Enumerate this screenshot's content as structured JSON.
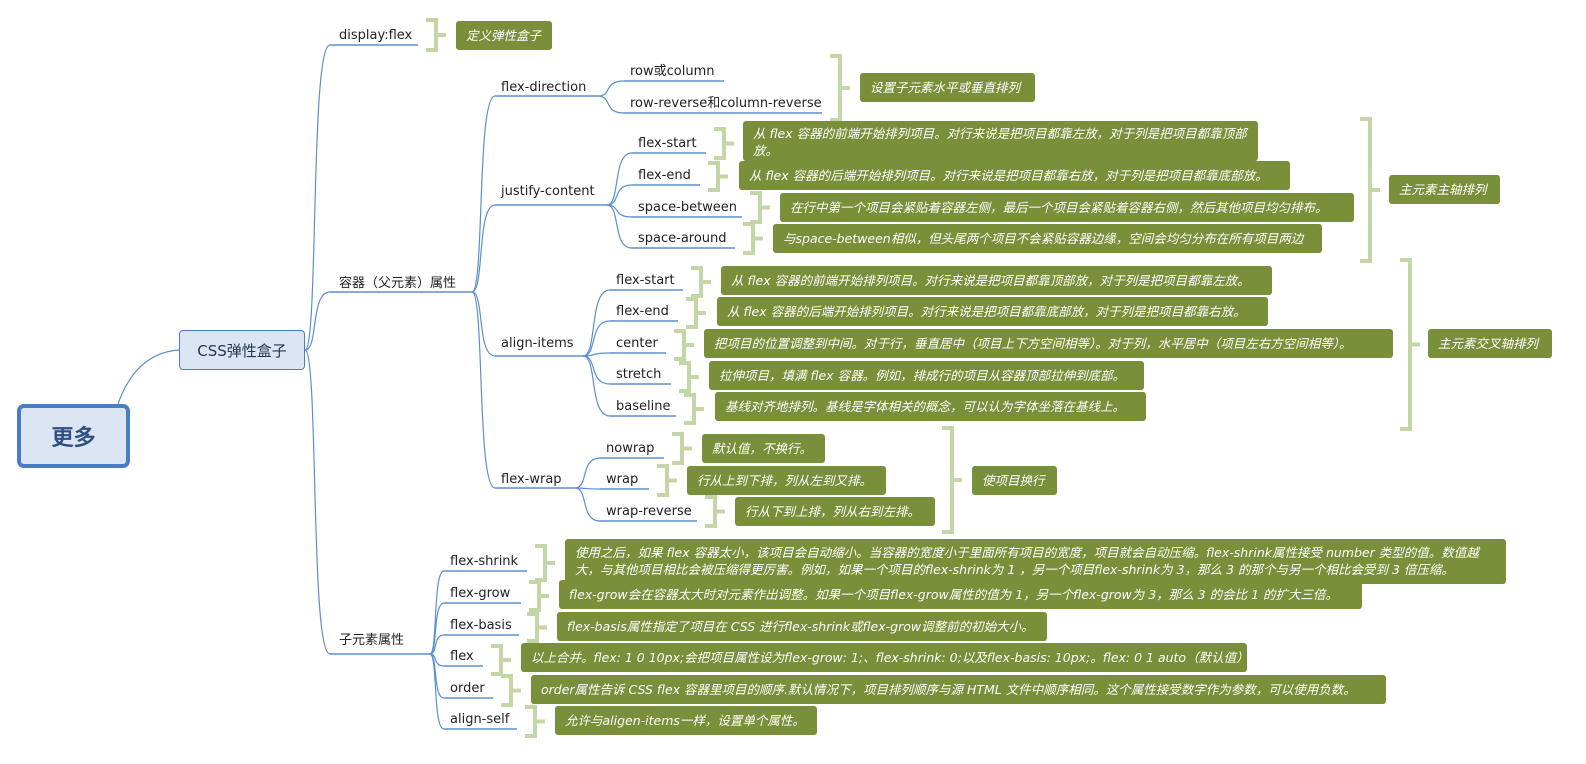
{
  "root": {
    "label": "更多"
  },
  "main": {
    "label": "CSS弹性盒子"
  },
  "nodes": {
    "display_flex": "display:flex",
    "container_props": "容器（父元素）属性",
    "child_props": "子元素属性",
    "flex_direction": "flex-direction",
    "row_or_column": "row或column",
    "row_reverse": "row-reverse和column-reverse",
    "justify_content": "justify-content",
    "jc_flex_start": "flex-start",
    "jc_flex_end": "flex-end",
    "jc_space_between": "space-between",
    "jc_space_around": "space-around",
    "align_items": "align-items",
    "ai_flex_start": "flex-start",
    "ai_flex_end": "flex-end",
    "ai_center": "center",
    "ai_stretch": "stretch",
    "ai_baseline": "baseline",
    "flex_wrap": "flex-wrap",
    "fw_nowrap": "nowrap",
    "fw_wrap": "wrap",
    "fw_wrap_reverse": "wrap-reverse",
    "flex_shrink": "flex-shrink",
    "flex_grow": "flex-grow",
    "flex_basis": "flex-basis",
    "flex": "flex",
    "order": "order",
    "align_self": "align-self"
  },
  "notes": {
    "display_flex": "定义弹性盒子",
    "direction": "设置子元素水平或垂直排列",
    "jc_flex_start": "从 flex 容器的前端开始排列项目。对行来说是把项目都靠左放，对于列是把项目都靠顶部放。",
    "jc_flex_end": "从 flex 容器的后端开始排列项目。对行来说是把项目都靠右放，对于列是把项目都靠底部放。",
    "jc_space_between": "在行中第一个项目会紧贴着容器左侧，最后一个项目会紧贴着容器右侧，然后其他项目均匀排布。",
    "jc_space_around": "与space-between相似，但头尾两个项目不会紧贴容器边缘，空间会均匀分布在所有项目两边",
    "main_axis": "主元素主轴排列",
    "ai_flex_start": "从 flex 容器的前端开始排列项目。对行来说是把项目都靠顶部放，对于列是把项目都靠左放。",
    "ai_flex_end": "从 flex 容器的后端开始排列项目。对行来说是把项目都靠底部放，对于列是把项目都靠右放。",
    "ai_center": "把项目的位置调整到中间。对于行，垂直居中（项目上下方空间相等）。对于列，水平居中（项目左右方空间相等）。",
    "ai_stretch": "拉伸项目，填满 flex 容器。例如，排成行的项目从容器顶部拉伸到底部。",
    "ai_baseline": "基线对齐地排列。基线是字体相关的概念，可以认为字体坐落在基线上。",
    "cross_axis": "主元素交叉轴排列",
    "fw_nowrap": "默认值，不换行。",
    "fw_wrap": "行从上到下排，列从左到又排。",
    "fw_wrap_reverse": "行从下到上排，列从右到左排。",
    "wrap_items": "使项目换行",
    "flex_shrink": "使用之后，如果 flex 容器太小，该项目会自动缩小。当容器的宽度小于里面所有项目的宽度，项目就会自动压缩。flex-shrink属性接受 number 类型的值。数值越大，与其他项目相比会被压缩得更厉害。例如，如果一个项目的flex-shrink为 1 ，另一个项目flex-shrink为 3，那么 3 的那个与另一个相比会受到 3 倍压缩。",
    "flex_grow": "flex-grow会在容器太大时对元素作出调整。如果一个项目flex-grow属性的值为 1，另一个flex-grow为 3，那么 3 的会比 1 的扩大三倍。",
    "flex_basis": "flex-basis属性指定了项目在 CSS 进行flex-shrink或flex-grow调整前的初始大小。",
    "flex": "以上合并。flex: 1 0 10px;会把项目属性设为flex-grow: 1;、flex-shrink: 0;以及flex-basis: 10px;。flex: 0 1 auto（默认值）",
    "order": "order属性告诉 CSS flex 容器里项目的顺序.默认情况下，项目排列顺序与源 HTML 文件中顺序相同。这个属性接受数字作为参数，可以使用负数。",
    "align_self": "允许与aligen-items一样，设置单个属性。"
  },
  "colors": {
    "connector": "#5b8fd0",
    "bracket": "#c5d6a6",
    "note_bg": "#7a8f3a",
    "root_border": "#4a7ec4",
    "node_fill": "#dbe5f3"
  }
}
